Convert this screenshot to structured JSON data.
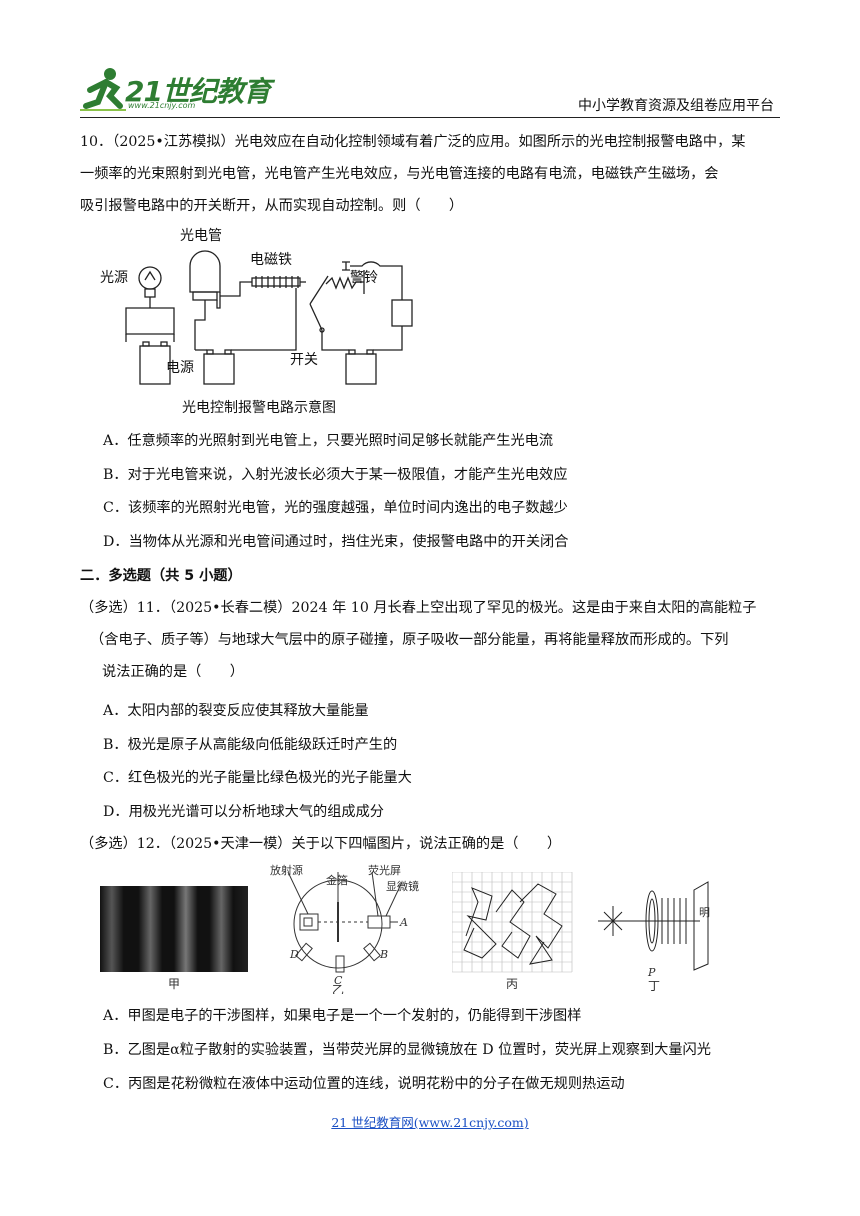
{
  "header": {
    "logo_text": "21世纪教育",
    "logo_sub": "www.21cnjy.com",
    "platform": "中小学教育资源及组卷应用平台"
  },
  "q10": {
    "line1": "10．（2025•江苏模拟）光电效应在自动化控制领域有着广泛的应用。如图所示的光电控制报警电路中，某",
    "line2": "一频率的光束照射到光电管，光电管产生光电效应，与光电管连接的电路有电流，电磁铁产生磁场，会",
    "line3": "吸引报警电路中的开关断开，从而实现自动控制。则（　　）",
    "figure": {
      "tube": "光电管",
      "light": "光源",
      "magnet": "电磁铁",
      "bell": "警铃",
      "power": "电源",
      "switch": "开关",
      "caption": "光电控制报警电路示意图"
    },
    "options": [
      "A．任意频率的光照射到光电管上，只要光照时间足够长就能产生光电流",
      "B．对于光电管来说，入射光波长必须大于某一极限值，才能产生光电效应",
      "C．该频率的光照射光电管，光的强度越强，单位时间内逸出的电子数越少",
      "D．当物体从光源和光电管间通过时，挡住光束，使报警电路中的开关闭合"
    ]
  },
  "section2": "二．多选题（共 5 小题）",
  "q11": {
    "line1": "（多选）11．（2025•长春二模）2024 年 10 月长春上空出现了罕见的极光。这是由于来自太阳的高能粒子",
    "line2": "（含电子、质子等）与地球大气层中的原子碰撞，原子吸收一部分能量，再将能量释放而形成的。下列",
    "line3": "说法正确的是（　　）",
    "options": [
      "A．太阳内部的裂变反应使其释放大量能量",
      "B．极光是原子从高能级向低能级跃迁时产生的",
      "C．红色极光的光子能量比绿色极光的光子能量大",
      "D．用极光光谱可以分析地球大气的组成成分"
    ]
  },
  "q12": {
    "line1": "（多选）12．（2025•天津一模）关于以下四幅图片，说法正确的是（　　）",
    "fig_labels": {
      "jia": "甲",
      "yi": "乙",
      "bing": "丙",
      "ding": "丁",
      "source": "放射源",
      "foil": "金箔",
      "screen": "荧光屏",
      "scope": "显微镜",
      "A": "A",
      "B": "B",
      "C": "C",
      "D": "D",
      "P": "P",
      "ming": "明"
    },
    "options": [
      "A．甲图是电子的干涉图样，如果电子是一个一个发射的，仍能得到干涉图样",
      "B．乙图是α粒子散射的实验装置，当带荧光屏的显微镜放在 D 位置时，荧光屏上观察到大量闪光",
      "C．丙图是花粉微粒在液体中运动位置的连线，说明花粉中的分子在做无规则热运动"
    ]
  },
  "footer": "21 世纪教育网(www.21cnjy.com)"
}
